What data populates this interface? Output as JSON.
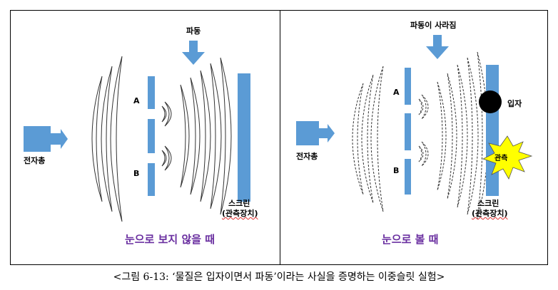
{
  "left_panel": {
    "wave_label": "파동",
    "gun_label": "전자총",
    "slit_a": "A",
    "slit_b": "B",
    "screen_label_1": "스크린",
    "screen_label_2": "(관측장치)",
    "caption": "눈으로 보지 않을 때"
  },
  "right_panel": {
    "wave_label": "파동이 사라짐",
    "gun_label": "전자총",
    "slit_a": "A",
    "slit_b": "B",
    "particle_label": "입자",
    "observe_label": "관측",
    "screen_label_1": "스크린",
    "screen_label_2": "(관측장치)",
    "caption": "눈으로 볼 때"
  },
  "figure_caption": "<그림 6-13: ‘물질은 입자이면서 파동’이라는 사실을 증명하는 이중슬릿 실험>",
  "colors": {
    "blue": "#5b9bd5",
    "purple": "#6a2fa0",
    "star": "#ffff00"
  }
}
